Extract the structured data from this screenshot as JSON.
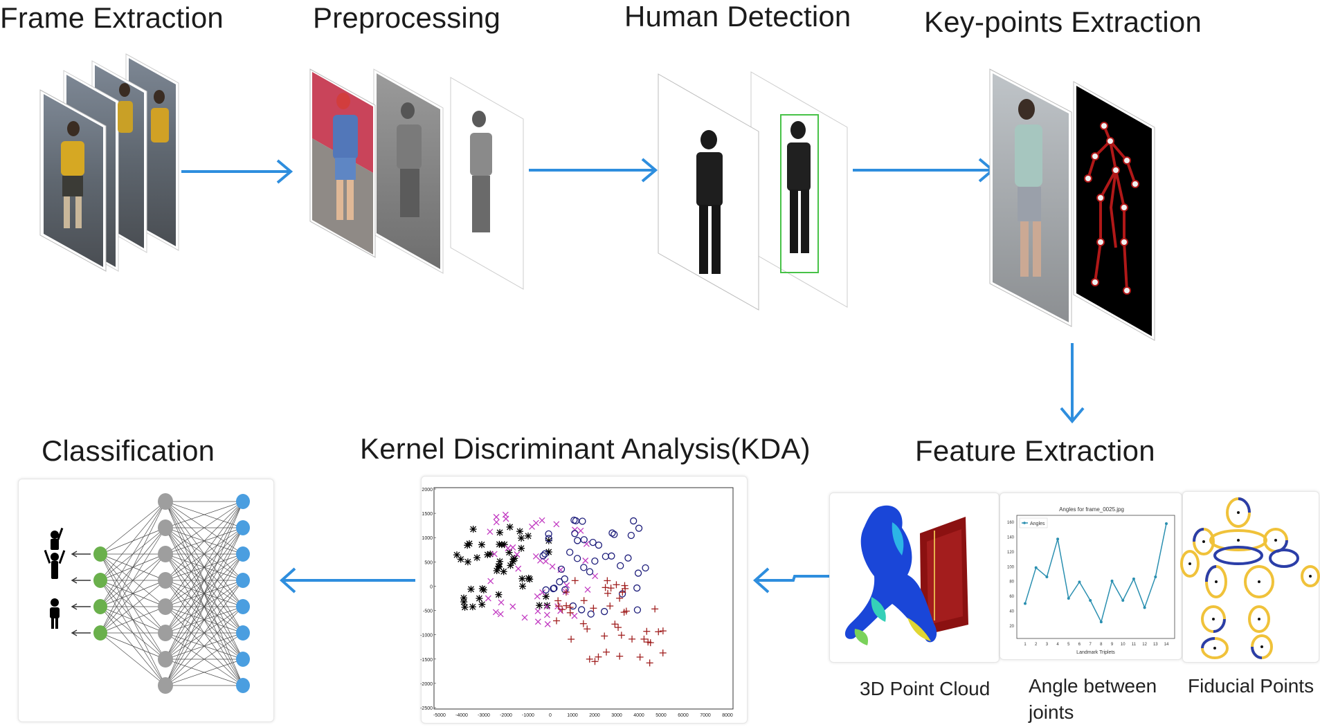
{
  "titles": {
    "frame_extraction": "Frame Extraction",
    "preprocessing": "Preprocessing",
    "human_detection": "Human Detection",
    "keypoints_extraction": "Key-points Extraction",
    "feature_extraction": "Feature Extraction",
    "kda": "Kernel Discriminant Analysis(KDA)",
    "classification": "Classification"
  },
  "captions": {
    "point_cloud": "3D Point Cloud",
    "angle_line1": "Angle between",
    "angle_line2": "joints",
    "fiducial": "Fiducial Points"
  },
  "angle_chart": {
    "title": "Angles for frame_0025.jpg",
    "legend": "Angles",
    "xlabel": "Landmark Triplets",
    "x_ticks": [
      "1",
      "2",
      "3",
      "4",
      "5",
      "6",
      "7",
      "8",
      "9",
      "10",
      "11",
      "12",
      "13",
      "14"
    ],
    "y_ticks": [
      "20",
      "40",
      "60",
      "80",
      "100",
      "120",
      "140",
      "160"
    ]
  },
  "kda_chart": {
    "x_ticks": [
      "-5000",
      "-4000",
      "-3000",
      "-2000",
      "-1000",
      "0",
      "1000",
      "2000",
      "3000",
      "4000",
      "5000",
      "6000",
      "7000",
      "8000"
    ],
    "y_ticks": [
      "2000",
      "1500",
      "1000",
      "500",
      "0",
      "-500",
      "-1000",
      "-1500",
      "-2000",
      "-2500"
    ]
  },
  "colors": {
    "arrow": "#2e8ede",
    "kda_class1": "#000000",
    "kda_class2": "#c23bc2",
    "kda_class3": "#1c1c7a",
    "kda_class4": "#a01f1f",
    "nn_input": "#6ab04c",
    "nn_hidden": "#9e9e9e",
    "nn_output": "#4a9ee0"
  },
  "icons": [
    "person-arms-up-icon",
    "person-arms-raised-icon",
    "person-standing-icon"
  ]
}
